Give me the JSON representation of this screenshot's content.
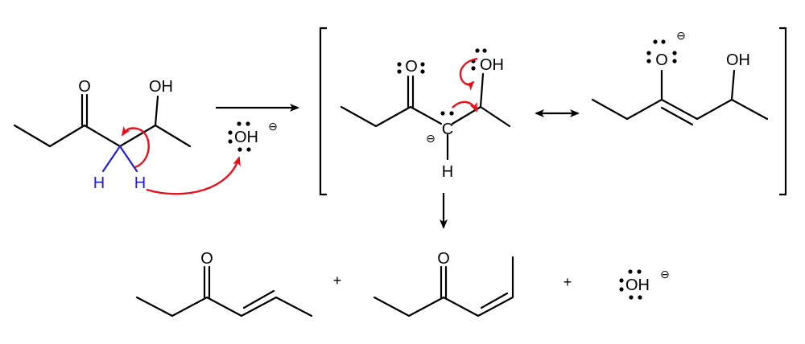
{
  "scheme": {
    "starting_material": {
      "o_label": "O",
      "oh_label": "OH",
      "h_left": "H",
      "h_right": "H"
    },
    "hydroxide_reagent": {
      "label": "OH",
      "charge": "⊖"
    },
    "enolate_carbanion": {
      "o_label": "O",
      "oh_label": "OH",
      "c_label": "C",
      "h_label": "H",
      "charge": "⊖"
    },
    "enolate_resonance": {
      "o_label": "O",
      "o_charge": "⊖",
      "oh_label": "OH"
    },
    "products": {
      "plus_1": "+",
      "plus_2": "+",
      "trans_enone": {
        "o_label": "O"
      },
      "cis_enone": {
        "o_label": "O"
      },
      "hydroxide": {
        "label": "OH",
        "charge": "⊖"
      }
    }
  },
  "colors": {
    "bonds": "#000000",
    "highlight_ch_bonds": "#1f1fd6",
    "curly_arrows": "#e8101a"
  }
}
